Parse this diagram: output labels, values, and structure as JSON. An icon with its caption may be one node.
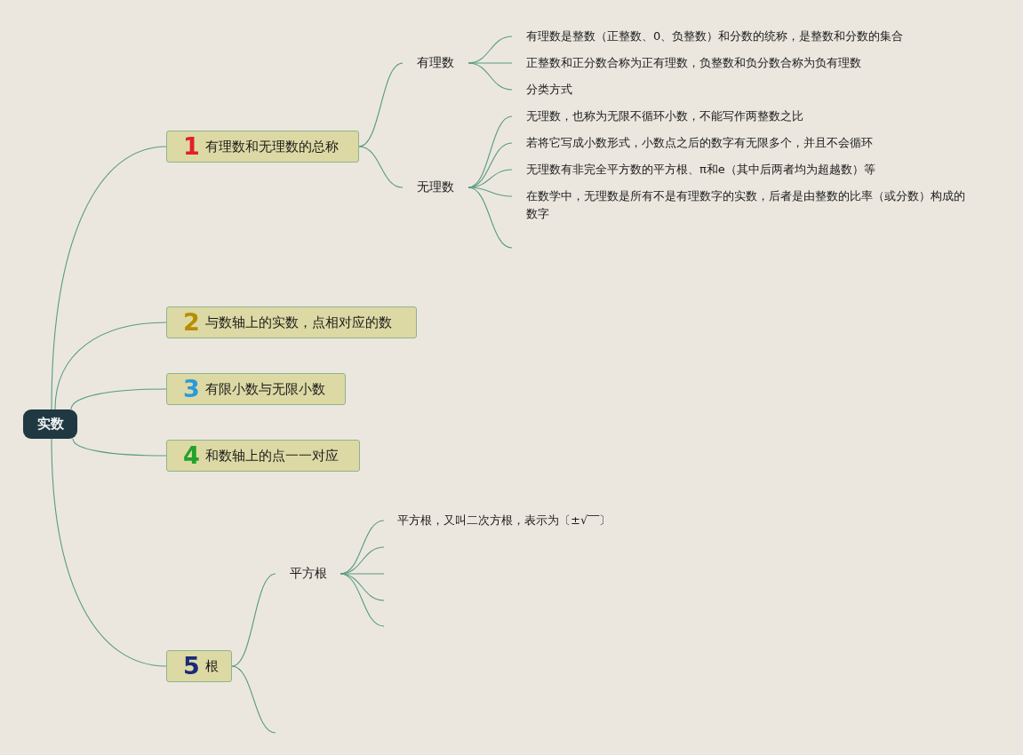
{
  "diagram": {
    "nodes": [
      {
        "text": [
          "实数"
        ]
      },
      {
        "text": [
          "1",
          "有理数和无理数的总称"
        ]
      },
      {
        "text": [
          "有理数"
        ]
      },
      {
        "text": [
          "有理数是整数（正整数、0、负整数）和分数的统称，是整数和分数的集合"
        ]
      },
      {
        "text": [
          "正整数和正分数合称为正有理数，负整数和负分数合称为负有理数"
        ]
      },
      {
        "text": [
          "分类方式"
        ]
      },
      {
        "text": [
          "无理数"
        ]
      },
      {
        "text": [
          "无理数，也称为无限不循环小数，不能写作两整数之比"
        ]
      },
      {
        "text": [
          "若将它写成小数形式，小数点之后的数字有无限多个，并且不会循环"
        ]
      },
      {
        "text": [
          "无理数有非完全平方数的平方根、π和e（其中后两者均为超越数）等"
        ]
      },
      {
        "text": [
          "在数学中，无理数是所有不是有理数字的实数，后者是由整数的比率（或分数）构成的数字"
        ]
      },
      {
        "text": [
          "2",
          "与数轴上的实数，点相对应的数"
        ]
      },
      {
        "text": [
          "3",
          "有限小数与无限小数"
        ]
      },
      {
        "text": [
          "4",
          "和数轴上的点一一对应"
        ]
      },
      {
        "text": [
          "5",
          "根"
        ]
      },
      {
        "text": [
          "平方根"
        ]
      },
      {
        "text": [
          "平方根，又叫二次方根，表示为〔±√‾‾〕"
        ]
      }
    ],
    "edges": [
      {
        "from": 0,
        "to": 1,
        "arrow": "none"
      },
      {
        "from": 1,
        "to": 2,
        "arrow": "none"
      },
      {
        "from": 2,
        "to": 3,
        "arrow": "none"
      },
      {
        "from": 2,
        "to": 4,
        "arrow": "none"
      },
      {
        "from": 2,
        "to": 5,
        "arrow": "none"
      },
      {
        "from": 1,
        "to": 6,
        "arrow": "none"
      },
      {
        "from": 6,
        "to": 7,
        "arrow": "none"
      },
      {
        "from": 6,
        "to": 8,
        "arrow": "none"
      },
      {
        "from": 6,
        "to": 9,
        "arrow": "none"
      },
      {
        "from": 6,
        "to": 10,
        "arrow": "none"
      },
      {
        "from": 6,
        "to": null,
        "arrow": "none"
      },
      {
        "from": 0,
        "to": 11,
        "arrow": "none"
      },
      {
        "from": 0,
        "to": 12,
        "arrow": "none"
      },
      {
        "from": 0,
        "to": 13,
        "arrow": "none"
      },
      {
        "from": 0,
        "to": 14,
        "arrow": "none"
      },
      {
        "from": 14,
        "to": 15,
        "arrow": "none"
      },
      {
        "from": 15,
        "to": 16,
        "arrow": "none"
      },
      {
        "from": 15,
        "to": null,
        "arrow": "none"
      },
      {
        "from": 15,
        "to": null,
        "arrow": "none"
      },
      {
        "from": 15,
        "to": null,
        "arrow": "none"
      },
      {
        "from": 15,
        "to": null,
        "arrow": "none"
      },
      {
        "from": 14,
        "to": null,
        "arrow": "none"
      }
    ]
  }
}
